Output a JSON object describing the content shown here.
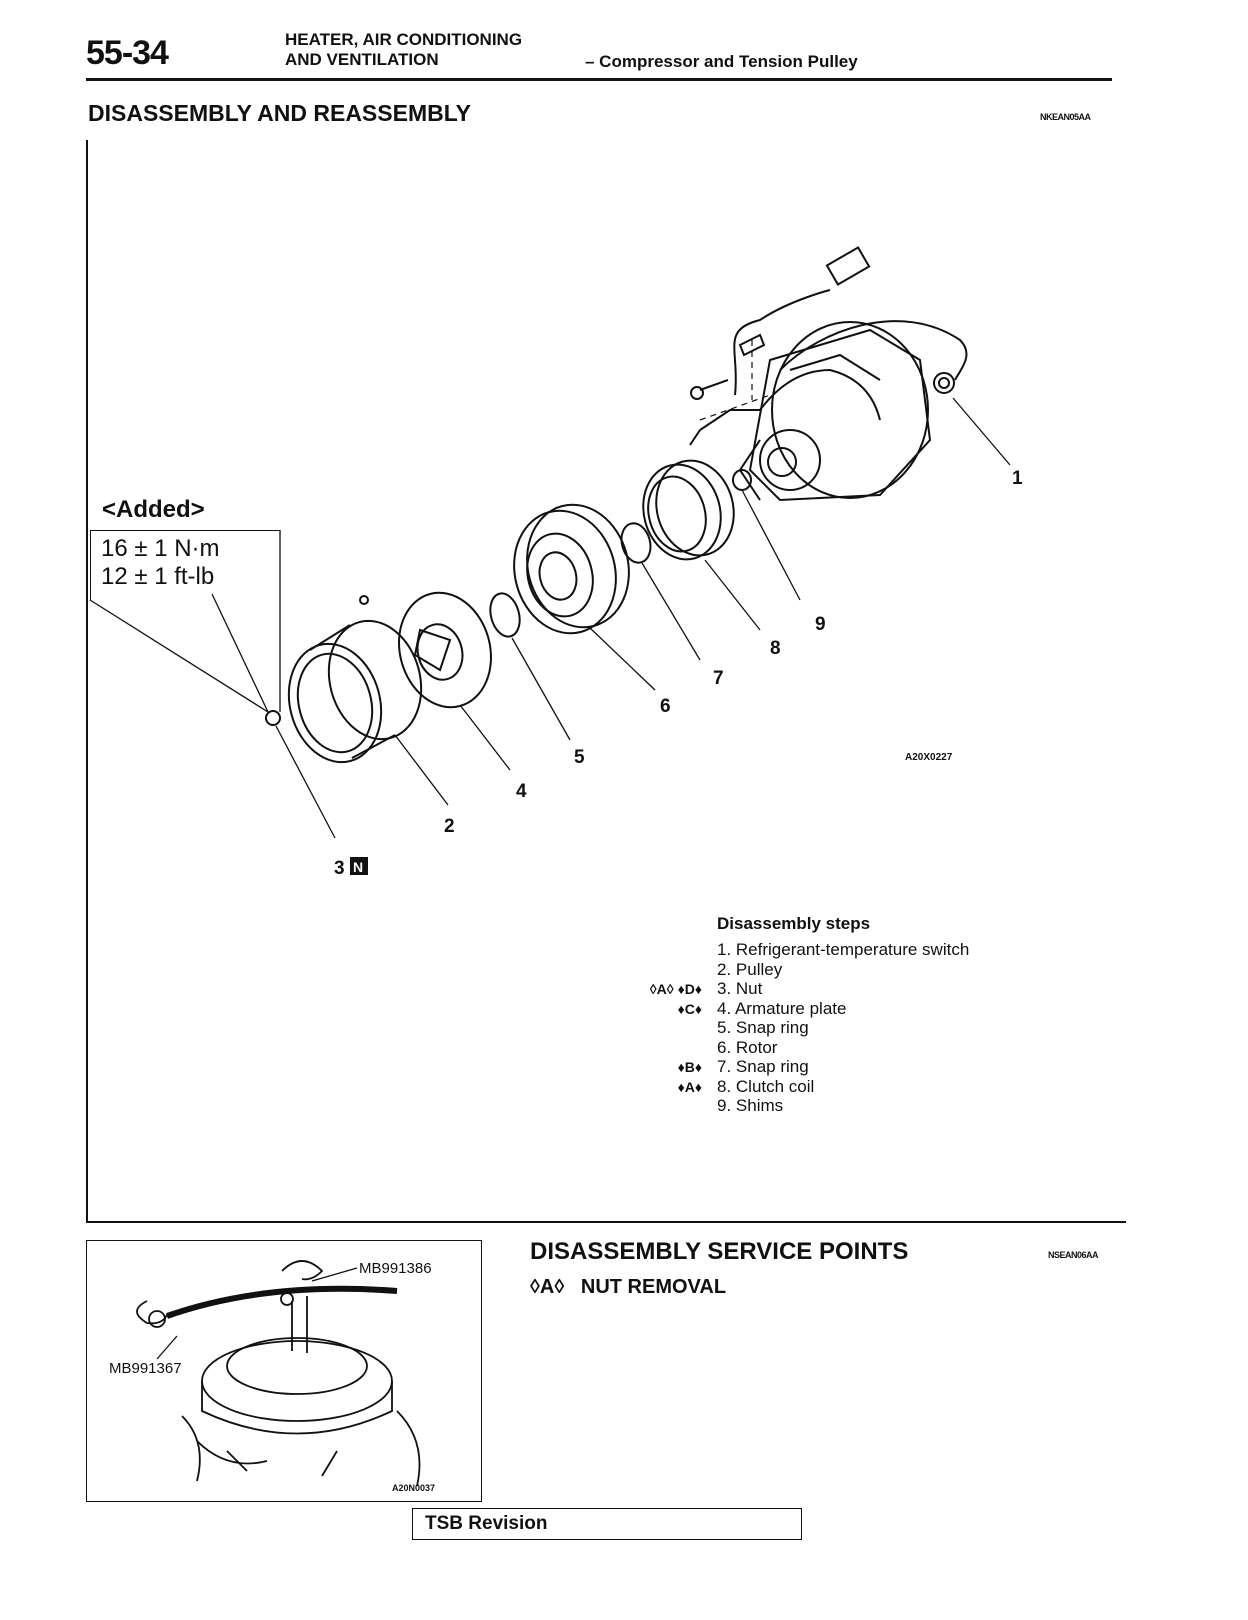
{
  "header": {
    "page_number": "55-34",
    "section_line1": "HEATER, AIR CONDITIONING",
    "section_line2": "AND VENTILATION",
    "subsection": "– Compressor and Tension Pulley"
  },
  "main": {
    "title": "DISASSEMBLY AND REASSEMBLY",
    "code": "NKEAN05AA",
    "added_label": "<Added>",
    "torque_line1": "16 ± 1 N·m",
    "torque_line2": "12 ± 1 ft-lb",
    "figure_code": "A20X0227",
    "callouts": [
      "1",
      "2",
      "3",
      "4",
      "5",
      "6",
      "7",
      "8",
      "9"
    ],
    "new_part_mark": "N"
  },
  "steps": {
    "title": "Disassembly steps",
    "items": [
      "1. Refrigerant-temperature switch",
      "2. Pulley",
      "3. Nut",
      "4. Armature plate",
      "5. Snap ring",
      "6. Rotor",
      "7. Snap ring",
      "8. Clutch coil",
      "9. Shims"
    ],
    "marks": {
      "step3": "◊A◊ ♦D♦",
      "step4": "♦C♦",
      "step7": "♦B♦",
      "step8": "♦A♦"
    }
  },
  "service": {
    "title": "DISASSEMBLY SERVICE POINTS",
    "code": "NSEAN06AA",
    "subtitle": "◊A◊   NUT REMOVAL",
    "tool1": "MB991386",
    "tool2": "MB991367",
    "figure_code": "A20N0037"
  },
  "footer": {
    "tsb_label": "TSB Revision"
  }
}
